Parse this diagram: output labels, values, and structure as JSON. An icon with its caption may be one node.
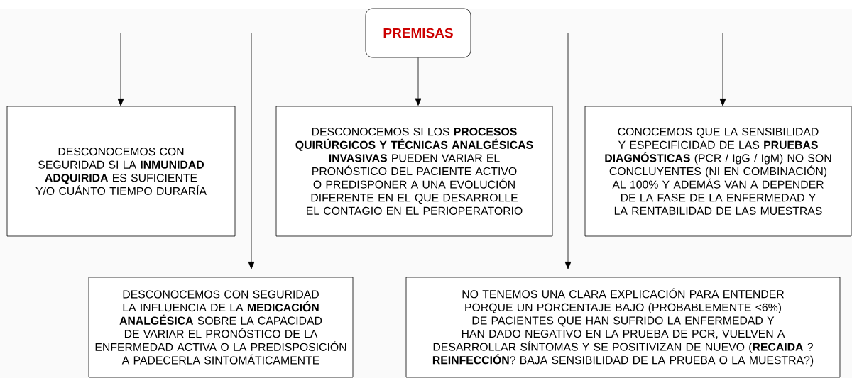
{
  "diagram": {
    "nodes": [
      {
        "text": [
          "PREMISAS"
        ]
      },
      {
        "text": [
          "DESCONOCEMOS CON SEGURIDAD SI LA **INMUNIDAD ADQUIRIDA** ES SUFICIENTE Y/O CUÁNTO TIEMPO DURARÍA"
        ]
      },
      {
        "text": [
          "DESCONOCEMOS SI LOS **PROCESOS QUIRÚRGICOS Y TÉCNICAS ANALGÉSICAS INVASIVAS** PUEDEN VARIAR EL PRONÓSTICO DEL PACIENTE ACTIVO O PREDISPONER A UNA EVOLUCIÓN DIFERENTE EN EL QUE DESARROLLE EL CONTAGIO EN EL PERIOPERATORIO"
        ]
      },
      {
        "text": [
          "CONOCEMOS QUE LA SENSIBILIDAD Y ESPECIFICIDAD DE LAS **PRUEBAS DIAGNÓSTICAS** (PCR / IgG / IgM) NO SON CONCLUYENTES (NI EN COMBINACIÓN) AL 100% Y ADEMÁS VAN A DEPENDER DE LA FASE DE LA ENFERMEDAD Y LA RENTABILIDAD DE LAS MUESTRAS"
        ]
      },
      {
        "text": [
          "DESCONOCEMOS CON SEGURIDAD LA INFLUENCIA DE LA **MEDICACIÓN ANALGÉSICA** SOBRE LA CAPACIDAD DE VARIAR EL PRONÓSTICO DE LA ENFERMEDAD ACTIVA O LA PREDISPOSICIÓN A PADECERLA SINTOMÁTICAMENTE"
        ]
      },
      {
        "text": [
          "NO TENEMOS UNA CLARA EXPLICACIÓN PARA ENTENDER PORQUE UN PORCENTAJE BAJO (PROBABLEMENTE <6%) DE PACIENTES QUE HAN SUFRIDO LA ENFERMEDAD Y HAN DADO NEGATIVO EN LA PRUEBA DE PCR, VUELVEN A DESARROLLAR SÍNTOMAS Y SE POSITIVIZAN DE NUEVO (**RECAIDA** ? **REINFECCIÓN**? BAJA SENSIBILIDAD DE LA PRUEBA O LA MUESTRA?)"
        ]
      }
    ],
    "edges": [
      {
        "from": 0,
        "to": 1,
        "arrow": "to"
      },
      {
        "from": 0,
        "to": 4,
        "arrow": "to"
      },
      {
        "from": 0,
        "to": 2,
        "arrow": "to"
      },
      {
        "from": 0,
        "to": 5,
        "arrow": "to"
      },
      {
        "from": 0,
        "to": 3,
        "arrow": "to"
      }
    ]
  }
}
